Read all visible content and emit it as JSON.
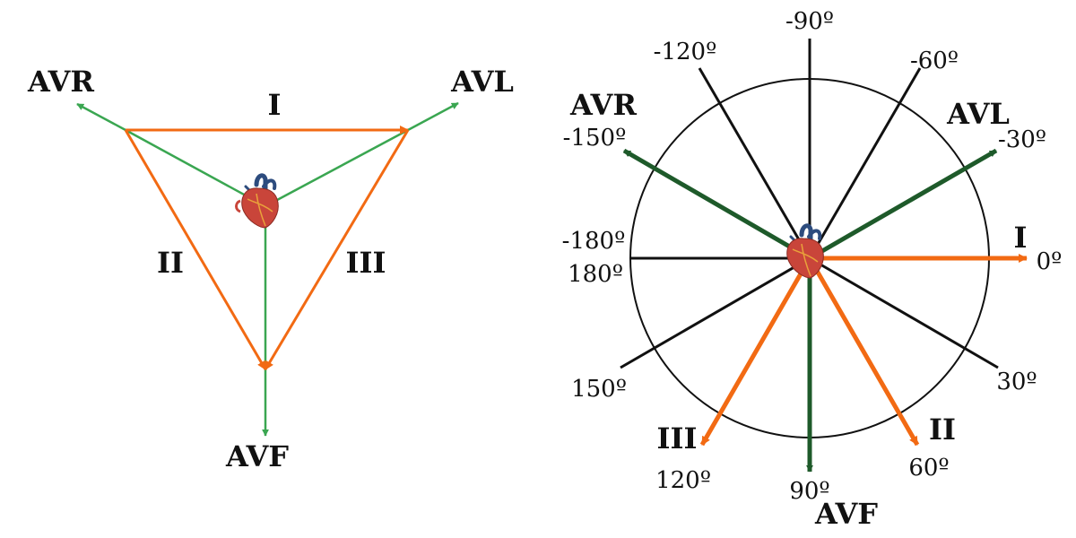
{
  "colors": {
    "orange": "#f26a13",
    "green_light": "#3aa651",
    "green_dark": "#1e5a2a",
    "black": "#111111",
    "heart": "#c9453a",
    "vessel": "#2d4c7e"
  },
  "triangle": {
    "labels": {
      "avr": "AVR",
      "avl": "AVL",
      "avf": "AVF",
      "lead_i": "I",
      "lead_ii": "II",
      "lead_iii": "III"
    }
  },
  "wheel": {
    "degree_labels": {
      "m90": "-90º",
      "m120": "-120º",
      "m60": "-60º",
      "m150": "-150º",
      "m30": "-30º",
      "m180": "-180º",
      "p180": "180º",
      "p0": "0º",
      "p150": "150º",
      "p30": "30º",
      "p120": "120º",
      "p60": "60º",
      "p90": "90º"
    },
    "lead_labels": {
      "avr": "AVR",
      "avl": "AVL",
      "avf": "AVF",
      "lead_i": "I",
      "lead_ii": "II",
      "lead_iii": "III"
    }
  }
}
